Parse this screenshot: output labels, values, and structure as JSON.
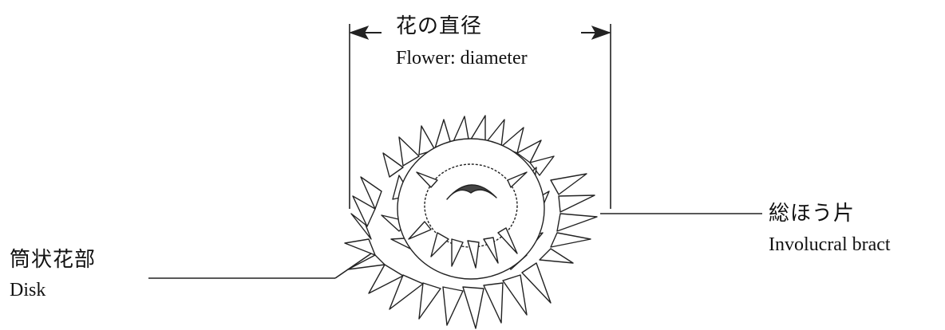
{
  "labels": {
    "diameter_ja": "花の直径",
    "diameter_en": "Flower: diameter",
    "bract_ja": "総ほう片",
    "bract_en": "Involucral bract",
    "disk_ja": "筒状花部",
    "disk_en": "Disk"
  }
}
